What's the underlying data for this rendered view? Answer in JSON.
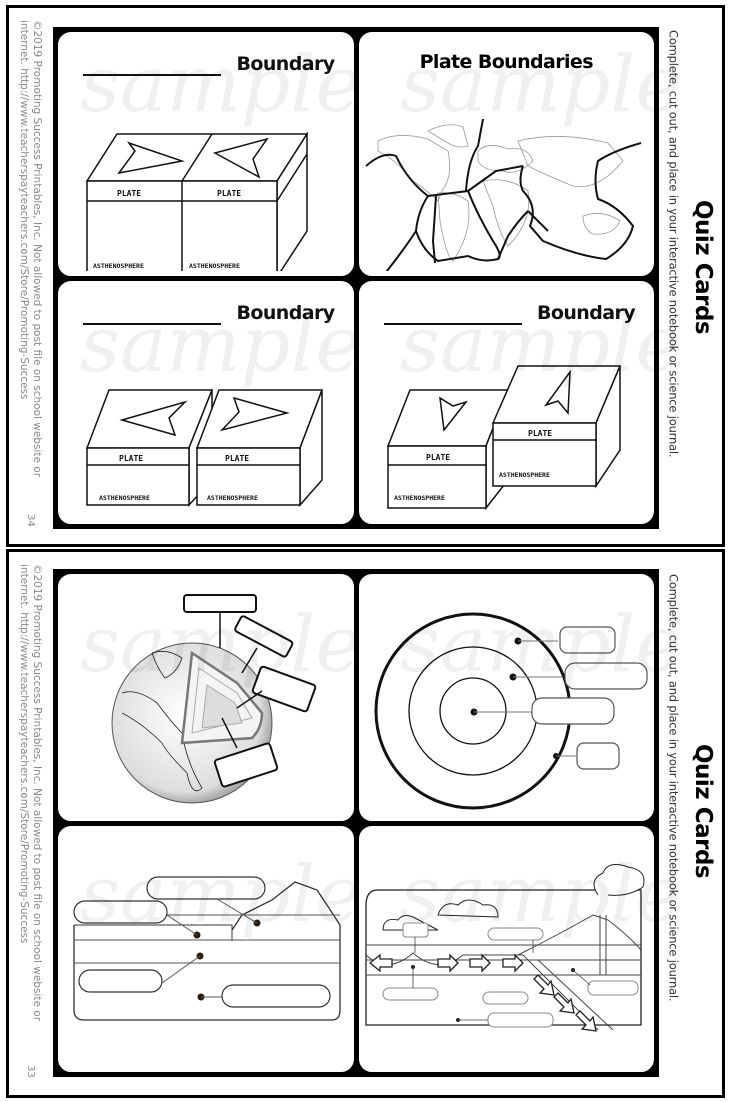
{
  "pages": [
    {
      "page_number": "34",
      "copyright": [
        "©2019 Promoting Success Printables, Inc. Not allowed to post file on school website or",
        "internet.  http://www.teacherspayteachers.com/Store/Promoting-Success"
      ],
      "instructions": "Complete, cut out, and place in your interactive notebook or science journal.",
      "title": "Quiz Cards",
      "cards": [
        {
          "id": "divergent",
          "title": "Boundary",
          "blank": "____________",
          "labels": {
            "plate": "PLATE",
            "asthenosphere": "ASTHENOSPHERE"
          },
          "arrows": [
            "right",
            "left"
          ]
        },
        {
          "id": "plate-map",
          "title": "Plate Boundaries"
        },
        {
          "id": "convergent",
          "title": "Boundary",
          "blank": "____________",
          "labels": {
            "plate": "PLATE",
            "asthenosphere": "ASTHENOSPHERE"
          },
          "arrows": [
            "left",
            "right"
          ]
        },
        {
          "id": "transform",
          "title": "Boundary",
          "blank": "____________",
          "labels": {
            "plate": "PLATE",
            "asthenosphere": "ASTHENOSPHERE"
          },
          "arrows": [
            "down",
            "up"
          ]
        }
      ]
    },
    {
      "page_number": "33",
      "copyright": [
        "©2019 Promoting Success Printables, Inc. Not allowed to post file on school website or",
        "internet.  http://www.teacherspayteachers.com/Store/Promoting-Success"
      ],
      "instructions": "Complete, cut out, and place in your interactive notebook or science journal.",
      "title": "Quiz Cards",
      "cards": [
        {
          "id": "earth-layers-globe",
          "label_boxes": 4
        },
        {
          "id": "earth-layers-rings",
          "label_boxes": 4
        },
        {
          "id": "lithosphere-cross-section",
          "label_boxes": 4
        },
        {
          "id": "plate-tectonics-cross-section",
          "label_boxes": 6
        }
      ]
    }
  ],
  "watermark": "sample"
}
